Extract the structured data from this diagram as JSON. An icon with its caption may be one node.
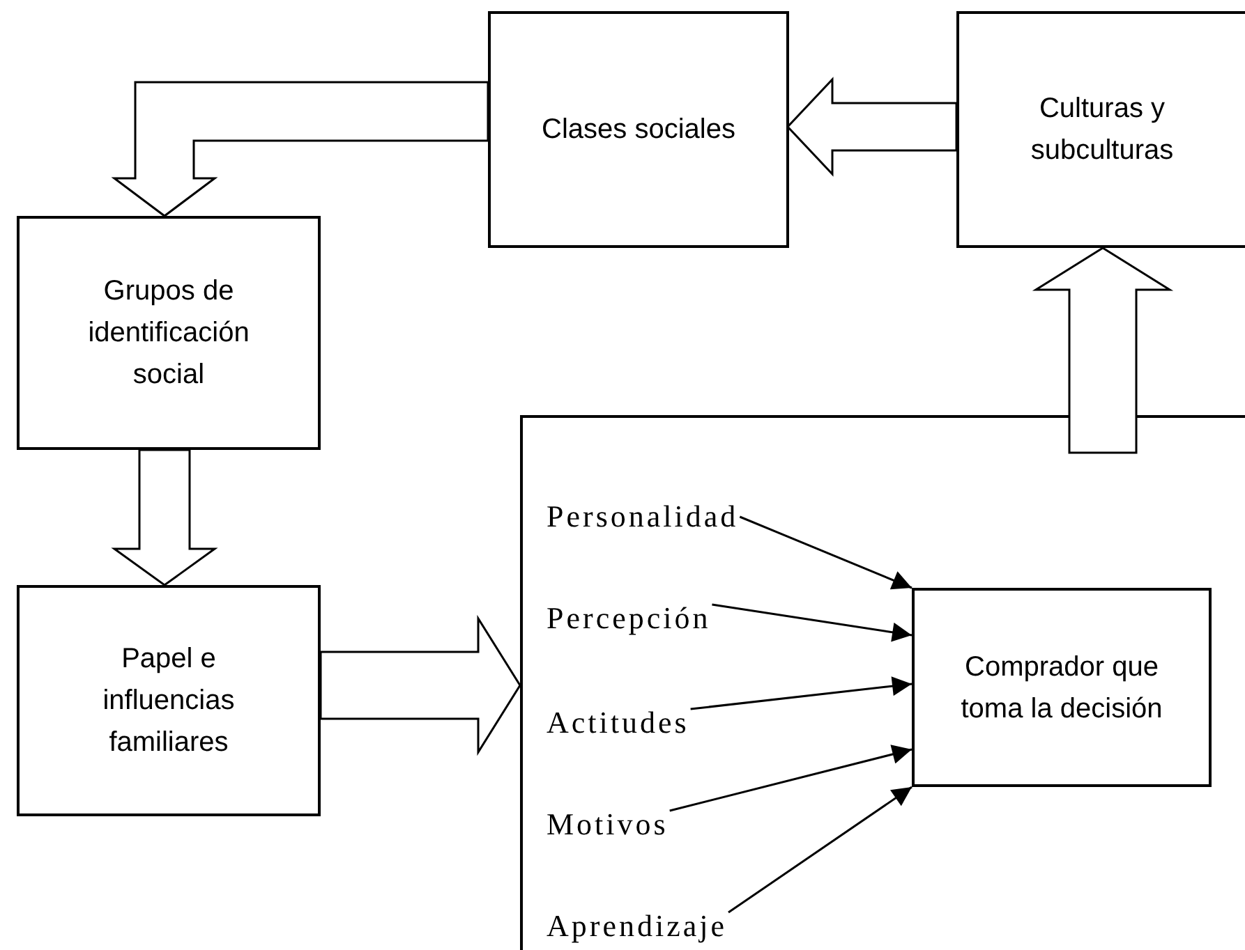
{
  "diagram": {
    "nodes": [
      {
        "text": [
          "Clases sociales"
        ]
      },
      {
        "text": [
          "Culturas y subculturas"
        ]
      },
      {
        "text": [
          "Grupos de identificación social"
        ]
      },
      {
        "text": [
          "Papel e influencias familiares"
        ]
      },
      {
        "text": [],
        "shape": "box"
      },
      {
        "text": [
          "Personalidad"
        ],
        "in": 4
      },
      {
        "text": [
          "Percepción"
        ],
        "in": 4
      },
      {
        "text": [
          "Actitudes"
        ],
        "in": 4
      },
      {
        "text": [
          "Motivos"
        ],
        "in": 4
      },
      {
        "text": [
          "Aprendizaje"
        ],
        "in": 4
      },
      {
        "text": [
          "Comprador que toma la decisión"
        ],
        "in": 4
      }
    ],
    "edges": [
      {
        "from": 1,
        "to": 0,
        "arrow": "to",
        "style": "thick"
      },
      {
        "from": 0,
        "to": 2,
        "arrow": "to",
        "style": "thick"
      },
      {
        "from": 2,
        "to": 3,
        "arrow": "to",
        "style": "thick"
      },
      {
        "from": 3,
        "to": 4,
        "arrow": "to",
        "style": "thick"
      },
      {
        "from": 4,
        "to": 1,
        "arrow": "to",
        "style": "thick"
      },
      {
        "from": 5,
        "to": 10,
        "arrow": "to"
      },
      {
        "from": 6,
        "to": 10,
        "arrow": "to"
      },
      {
        "from": 7,
        "to": 10,
        "arrow": "to"
      },
      {
        "from": 8,
        "to": 10,
        "arrow": "to"
      },
      {
        "from": 9,
        "to": 10,
        "arrow": "to"
      }
    ]
  }
}
